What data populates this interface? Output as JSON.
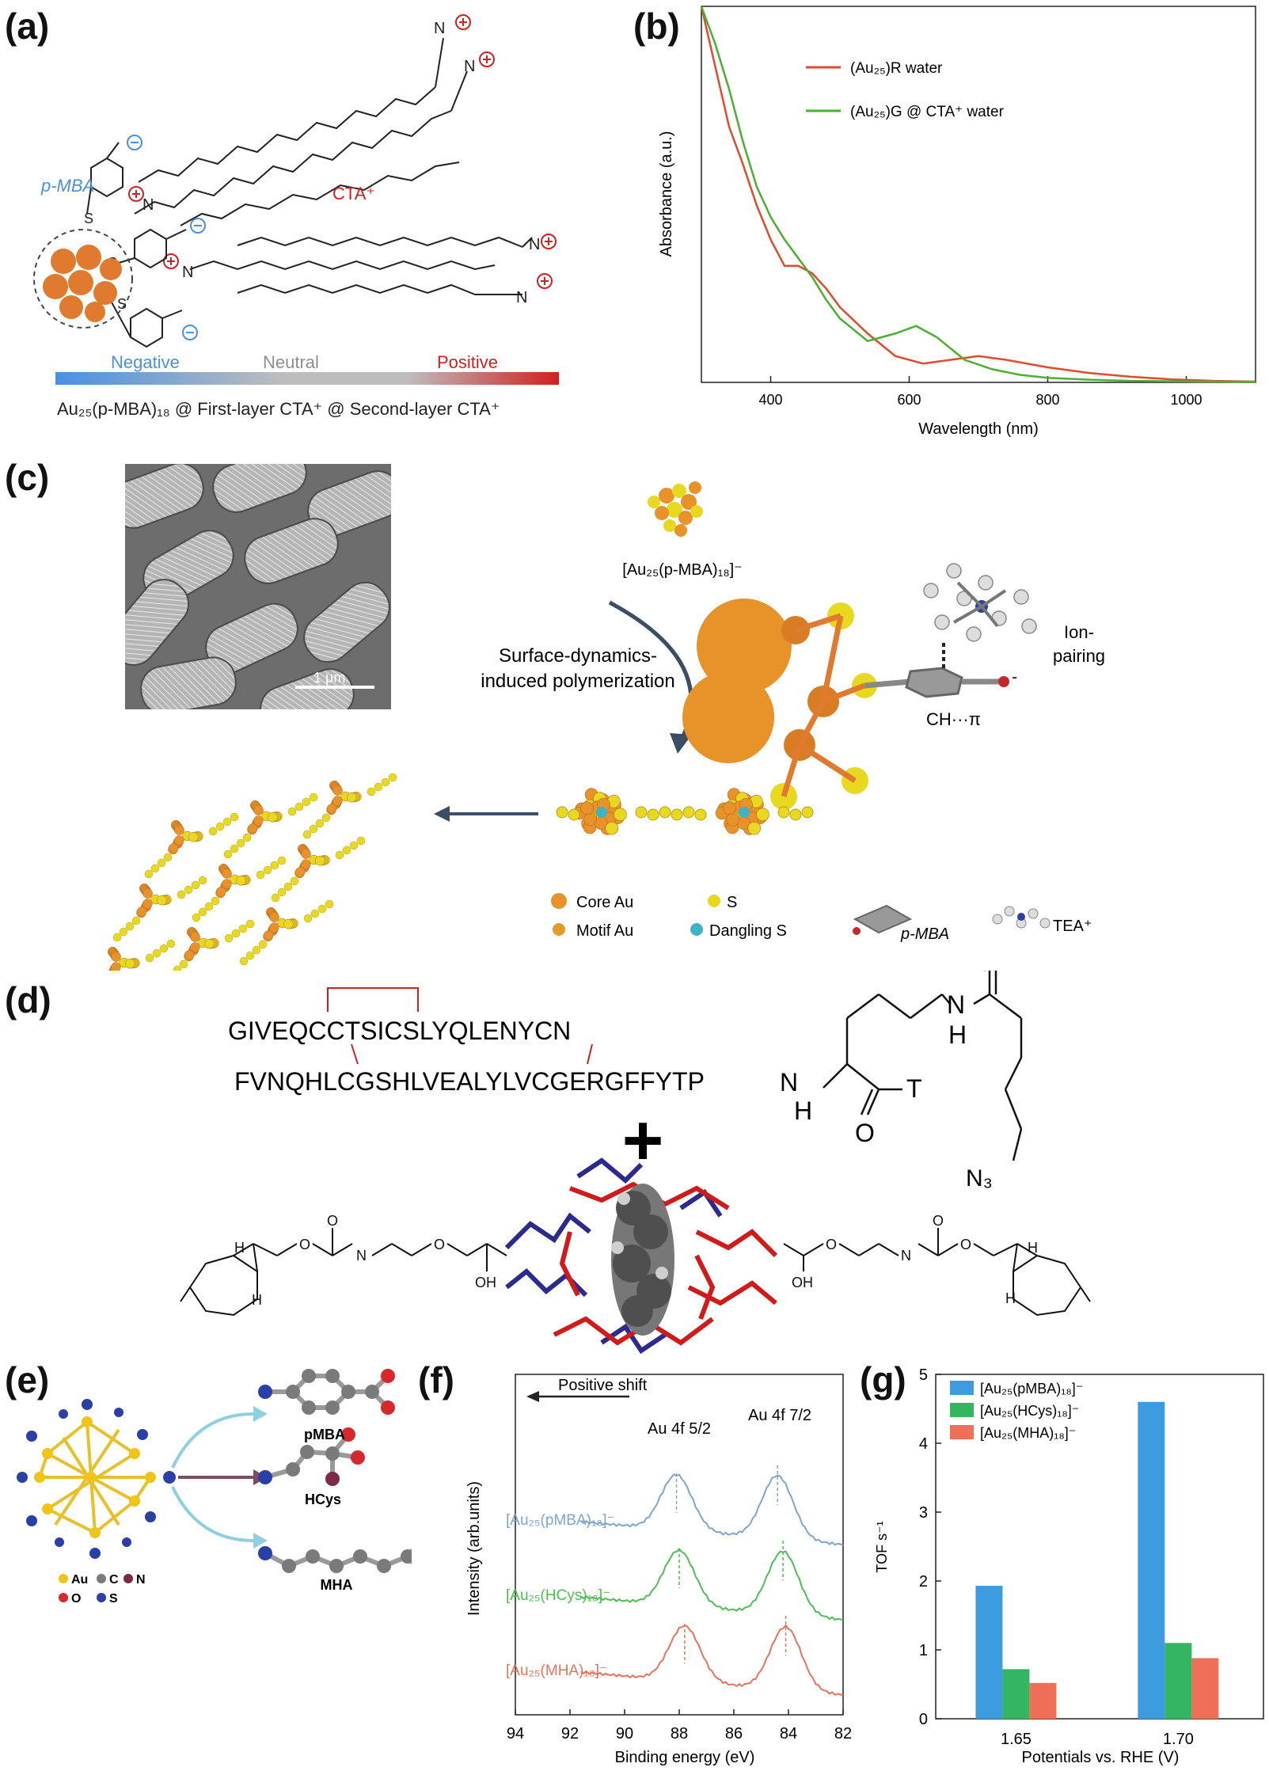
{
  "panels": {
    "a": "(a)",
    "b": "(b)",
    "c": "(c)",
    "d": "(d)",
    "e": "(e)",
    "f": "(f)",
    "g": "(g)"
  },
  "panel_a": {
    "pmba_label": "p-MBA",
    "cta_label": "CTA⁺",
    "gradient": {
      "negative": "Negative",
      "neutral": "Neutral",
      "positive": "Positive"
    },
    "caption": "Au₂₅(p-MBA)₁₈ @ First-layer CTA⁺ @ Second-layer CTA⁺",
    "colors": {
      "negative": "#4a90e2",
      "neutral": "#b0b0b0",
      "positive": "#d21f1f",
      "core": "#e07a2e"
    }
  },
  "panel_b": {
    "chart_data": {
      "type": "line",
      "xlabel": "Wavelength (nm)",
      "ylabel": "Absorbance (a.u.)",
      "xlim": [
        300,
        1100
      ],
      "ylim": [
        0,
        1
      ],
      "xticks": [
        400,
        600,
        800,
        1000
      ],
      "series": [
        {
          "name": "(Au₂₅)R water",
          "color": "#e04b2e",
          "x": [
            300,
            320,
            340,
            360,
            380,
            400,
            420,
            440,
            460,
            480,
            500,
            540,
            580,
            620,
            660,
            700,
            740,
            800,
            860,
            920,
            980,
            1040,
            1100
          ],
          "y": [
            1.0,
            0.84,
            0.68,
            0.58,
            0.47,
            0.38,
            0.31,
            0.31,
            0.29,
            0.25,
            0.2,
            0.13,
            0.07,
            0.05,
            0.06,
            0.07,
            0.06,
            0.04,
            0.025,
            0.015,
            0.008,
            0.004,
            0.002
          ]
        },
        {
          "name": "(Au₂₅)G @ CTA⁺ water",
          "color": "#4caf33",
          "x": [
            300,
            320,
            340,
            360,
            380,
            400,
            420,
            440,
            460,
            480,
            500,
            540,
            580,
            610,
            640,
            680,
            720,
            760,
            800,
            860,
            920,
            980,
            1040,
            1100
          ],
          "y": [
            1.0,
            0.9,
            0.78,
            0.64,
            0.52,
            0.44,
            0.38,
            0.33,
            0.28,
            0.22,
            0.17,
            0.11,
            0.13,
            0.15,
            0.12,
            0.06,
            0.035,
            0.02,
            0.012,
            0.007,
            0.004,
            0.003,
            0.002,
            0.001
          ]
        }
      ]
    }
  },
  "panel_c": {
    "scale_bar": "1 μm",
    "cluster_label": "[Au₂₅(p-MBA)₁₈]⁻",
    "process": "Surface-dynamics-induced polymerization",
    "interaction1": "CH···π",
    "interaction2": "Ion-pairing",
    "legend": [
      "Core Au",
      "S",
      "p-MBA",
      "TEA⁺",
      "Motif Au",
      "Dangling S"
    ],
    "colors": {
      "core_au": "#e8922a",
      "motif_au": "#e39a2c",
      "s": "#e8d81f",
      "dangling_s": "#3fb3c6"
    }
  },
  "panel_d": {
    "seq_a": "GIVEQCCTSICSLYQLENYCN",
    "seq_b": "FVNQHLCGSHLVEALYLVCGERGFFYTP",
    "atoms": {
      "n1": "N",
      "h1": "H",
      "o1": "O",
      "t": "T",
      "n2": "N",
      "h2": "H",
      "o2": "O",
      "n3": "N₃"
    },
    "plus": "+",
    "linker_atoms": {
      "h": "H",
      "oh": "OH",
      "o": "O",
      "n": "N"
    }
  },
  "panel_e": {
    "ligands": [
      "pMBA",
      "HCys",
      "MHA"
    ],
    "legend": [
      "Au",
      "C",
      "N",
      "O",
      "S"
    ],
    "colors": {
      "au": "#f0c419",
      "c": "#7a7a7a",
      "n": "#7b2a4a",
      "o": "#d7282e",
      "s": "#2a3fa8"
    }
  },
  "panel_f": {
    "chart_data": {
      "type": "line",
      "xlabel": "Binding energy (eV)",
      "ylabel": "Intensity (arb.units)",
      "xlim": [
        94,
        82
      ],
      "xticks": [
        94,
        92,
        90,
        88,
        86,
        84,
        82
      ],
      "annotations": [
        "Positive shift",
        "Au 4f 5/2",
        "Au 4f 7/2"
      ],
      "series": [
        {
          "name": "[Au₂₅(pMBA)₁₈]⁻",
          "color": "#7fa4d2",
          "peaks": [
            88.1,
            84.4
          ],
          "offset": 2
        },
        {
          "name": "[Au₂₅(HCys)₁₈]⁻",
          "color": "#4cbf52",
          "peaks": [
            88.0,
            84.2
          ],
          "offset": 1
        },
        {
          "name": "[Au₂₅(MHA)₁₈]⁻",
          "color": "#e8735a",
          "peaks": [
            87.8,
            84.1
          ],
          "offset": 0
        }
      ]
    }
  },
  "panel_g": {
    "chart_data": {
      "type": "bar",
      "xlabel": "Potentials vs. RHE (V)",
      "ylabel": "TOF s⁻¹",
      "categories": [
        "1.65",
        "1.70"
      ],
      "ylim": [
        0,
        5
      ],
      "yticks": [
        0,
        1,
        2,
        3,
        4,
        5
      ],
      "series": [
        {
          "name": "[Au₂₅(pMBA)₁₈]⁻",
          "color": "#3d9be0",
          "values": [
            1.93,
            4.6
          ]
        },
        {
          "name": "[Au₂₅(HCys)₁₈]⁻",
          "color": "#34b562",
          "values": [
            0.72,
            1.1
          ]
        },
        {
          "name": "[Au₂₅(MHA)₁₈]⁻",
          "color": "#ef6e57",
          "values": [
            0.52,
            0.88
          ]
        }
      ]
    }
  }
}
